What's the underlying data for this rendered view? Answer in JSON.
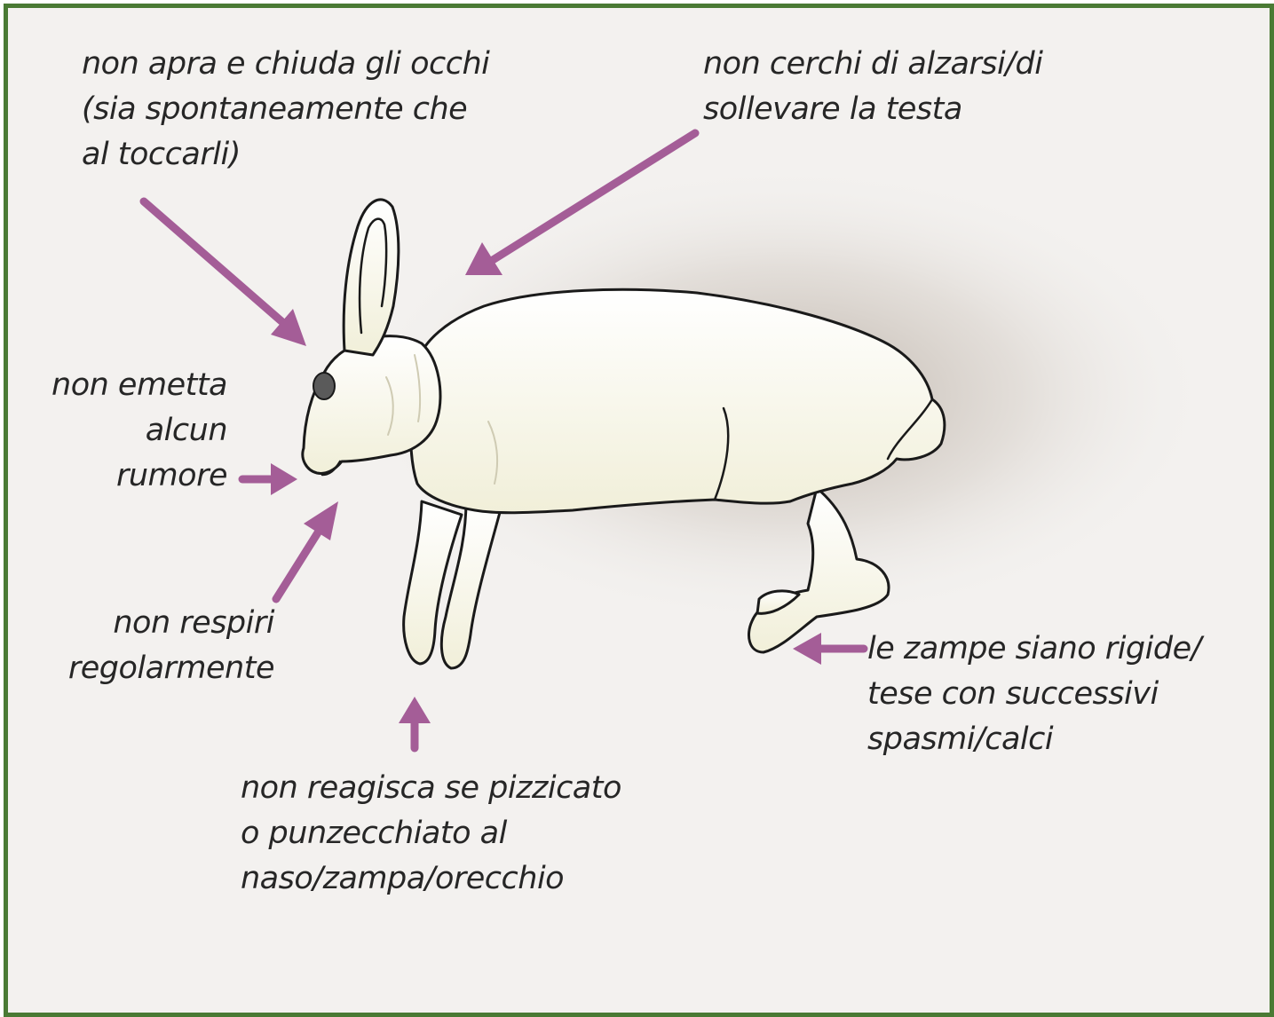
{
  "colors": {
    "frame_border": "#4a7a34",
    "background": "#f3f1ef",
    "arrow": "#a45d97",
    "text": "#262626",
    "rabbit_fill": "#fdfdf8",
    "rabbit_outline": "#1a1a1a"
  },
  "illustration": "white rabbit lying on its side",
  "labels": {
    "eyes": "non apra e chiuda gli occhi\n(sia spontaneamente che\nal toccarli)",
    "head": "non cerchi di alzarsi/di\nsollevare la testa",
    "noise": "non emetta\nalcun\nrumore",
    "breathing": "non respiri\nregolarmente",
    "reaction": "non reagisca se pizzicato\no punzecchiato al\nnaso/zampa/orecchio",
    "legs": "le zampe siano rigide/\ntese con successivi\nspasmi/calci"
  }
}
